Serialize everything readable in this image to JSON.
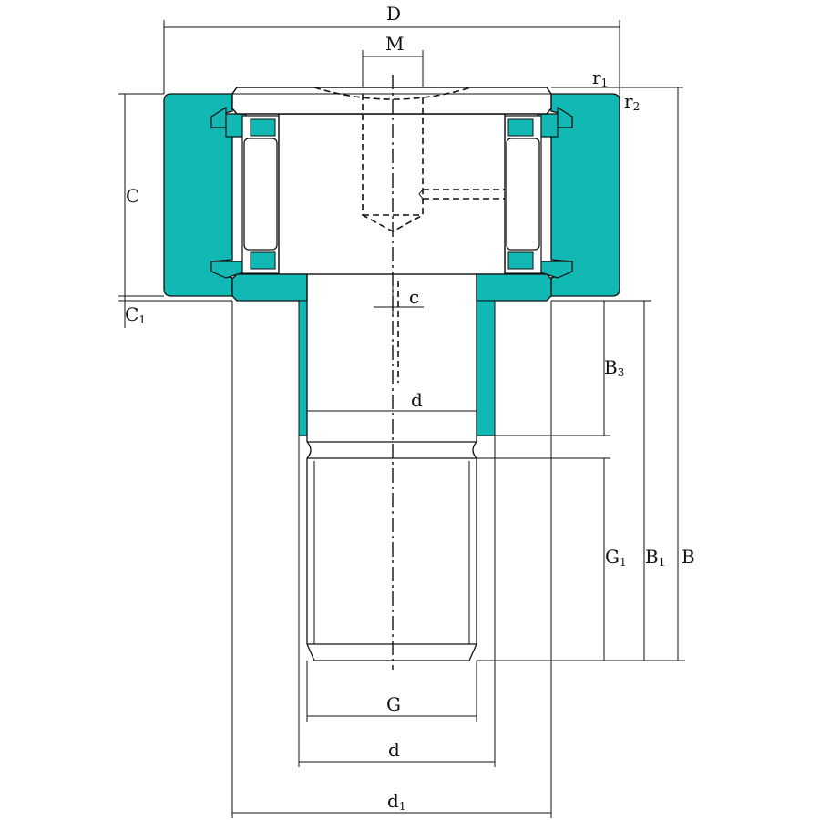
{
  "title": "Stud type track roller (cam follower) dimension drawing",
  "colors": {
    "teal": "#12b8b4",
    "line": "#111111"
  },
  "labels": {
    "D": "D",
    "M": "M",
    "r1": "r",
    "r1_sub": "1",
    "r2": "r",
    "r2_sub": "2",
    "C": "C",
    "C1": "C",
    "C1_sub": "1",
    "c": "c",
    "B3": "B",
    "B3_sub": "3",
    "d_inner": "d",
    "G1": "G",
    "G1_sub": "1",
    "B1": "B",
    "B1_sub": "1",
    "B": "B",
    "G": "G",
    "d": "d",
    "d1": "d",
    "d1_sub": "1"
  }
}
